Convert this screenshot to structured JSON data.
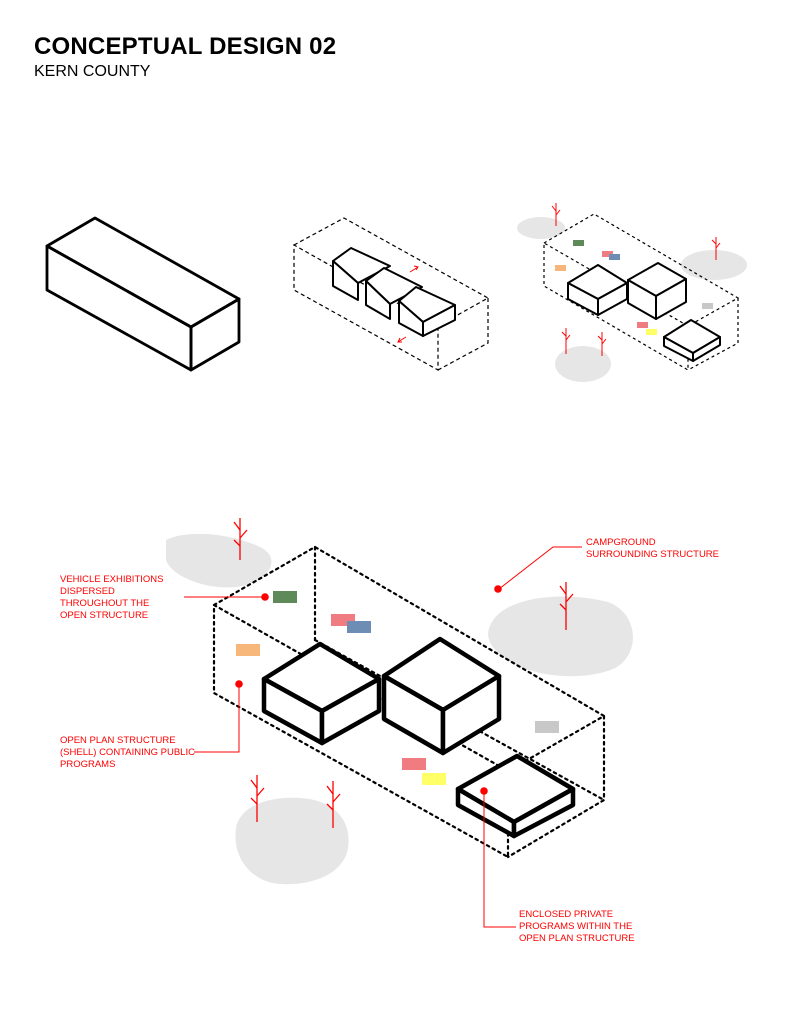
{
  "header": {
    "title": "CONCEPTUAL DESIGN 02",
    "subtitle": "KERN COUNTY"
  },
  "annotations": {
    "vehicle": [
      "VEHICLE EXHIBITIONS",
      "DISPERSED",
      "THROUGHOUT THE",
      "OPEN STRUCTURE"
    ],
    "campground": [
      "CAMPGROUND",
      "SURROUNDING STRUCTURE"
    ],
    "shell": [
      "OPEN PLAN STRUCTURE",
      "(SHELL) CONTAINING PUBLIC",
      "PROGRAMS"
    ],
    "private": [
      "ENCLOSED PRIVATE",
      "PROGRAMS WITHIN THE",
      "OPEN PLAN STRUCTURE"
    ]
  },
  "colors": {
    "annotation": "#ff0000",
    "ground": "#e6e6e6",
    "exhibit_green": "#5e8a5a",
    "exhibit_pink": "#f07c82",
    "exhibit_blue": "#6e8db5",
    "exhibit_orange": "#f7b77a",
    "exhibit_gray": "#c8c8c8",
    "exhibit_yellow": "#ffff66"
  }
}
